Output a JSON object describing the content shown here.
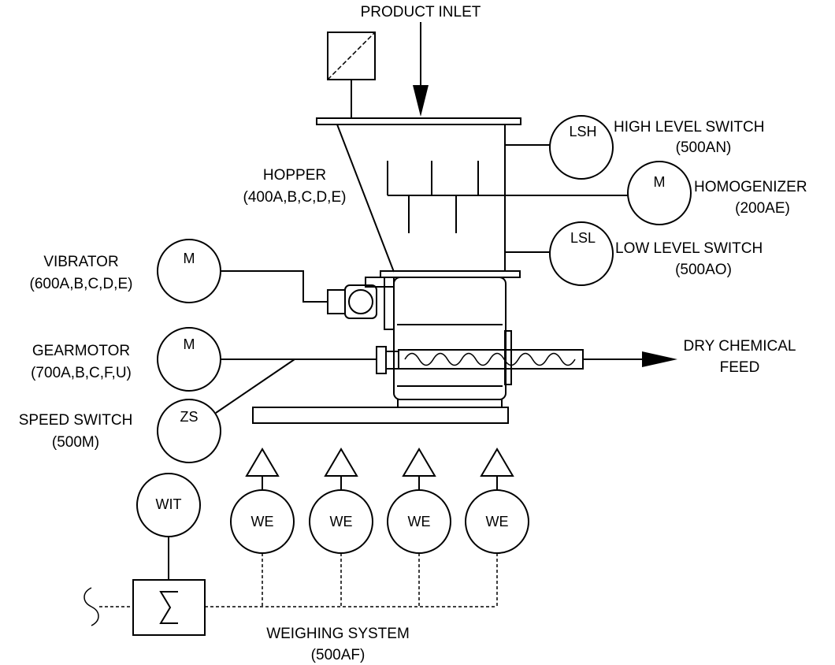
{
  "labels": {
    "product_inlet": "PRODUCT INLET",
    "high_level_switch": {
      "name": "HIGH LEVEL SWITCH",
      "code": "(500AN)"
    },
    "homogenizer": {
      "name": "HOMOGENIZER",
      "code": "(200AE)"
    },
    "hopper": {
      "name": "HOPPER",
      "code": "(400A,B,C,D,E)"
    },
    "low_level_switch": {
      "name": "LOW LEVEL SWITCH",
      "code": "(500AO)"
    },
    "vibrator": {
      "name": "VIBRATOR",
      "code": "(600A,B,C,D,E)"
    },
    "gearmotor": {
      "name": "GEARMOTOR",
      "code": "(700A,B,C,F,U)"
    },
    "speed_switch": {
      "name": "SPEED SWITCH",
      "code": "(500M)"
    },
    "dry_chemical_feed": {
      "line1": "DRY CHEMICAL",
      "line2": "FEED"
    },
    "weighing_system": {
      "name": "WEIGHING SYSTEM",
      "code": "(500AF)"
    }
  },
  "instruments": {
    "lsh": "LSH",
    "homogenizer_motor": "M",
    "lsl": "LSL",
    "vibrator_motor": "M",
    "gearmotor_motor": "M",
    "speed_switch": "ZS",
    "wit": "WIT",
    "weigh_elements": [
      "WE",
      "WE",
      "WE",
      "WE"
    ]
  }
}
